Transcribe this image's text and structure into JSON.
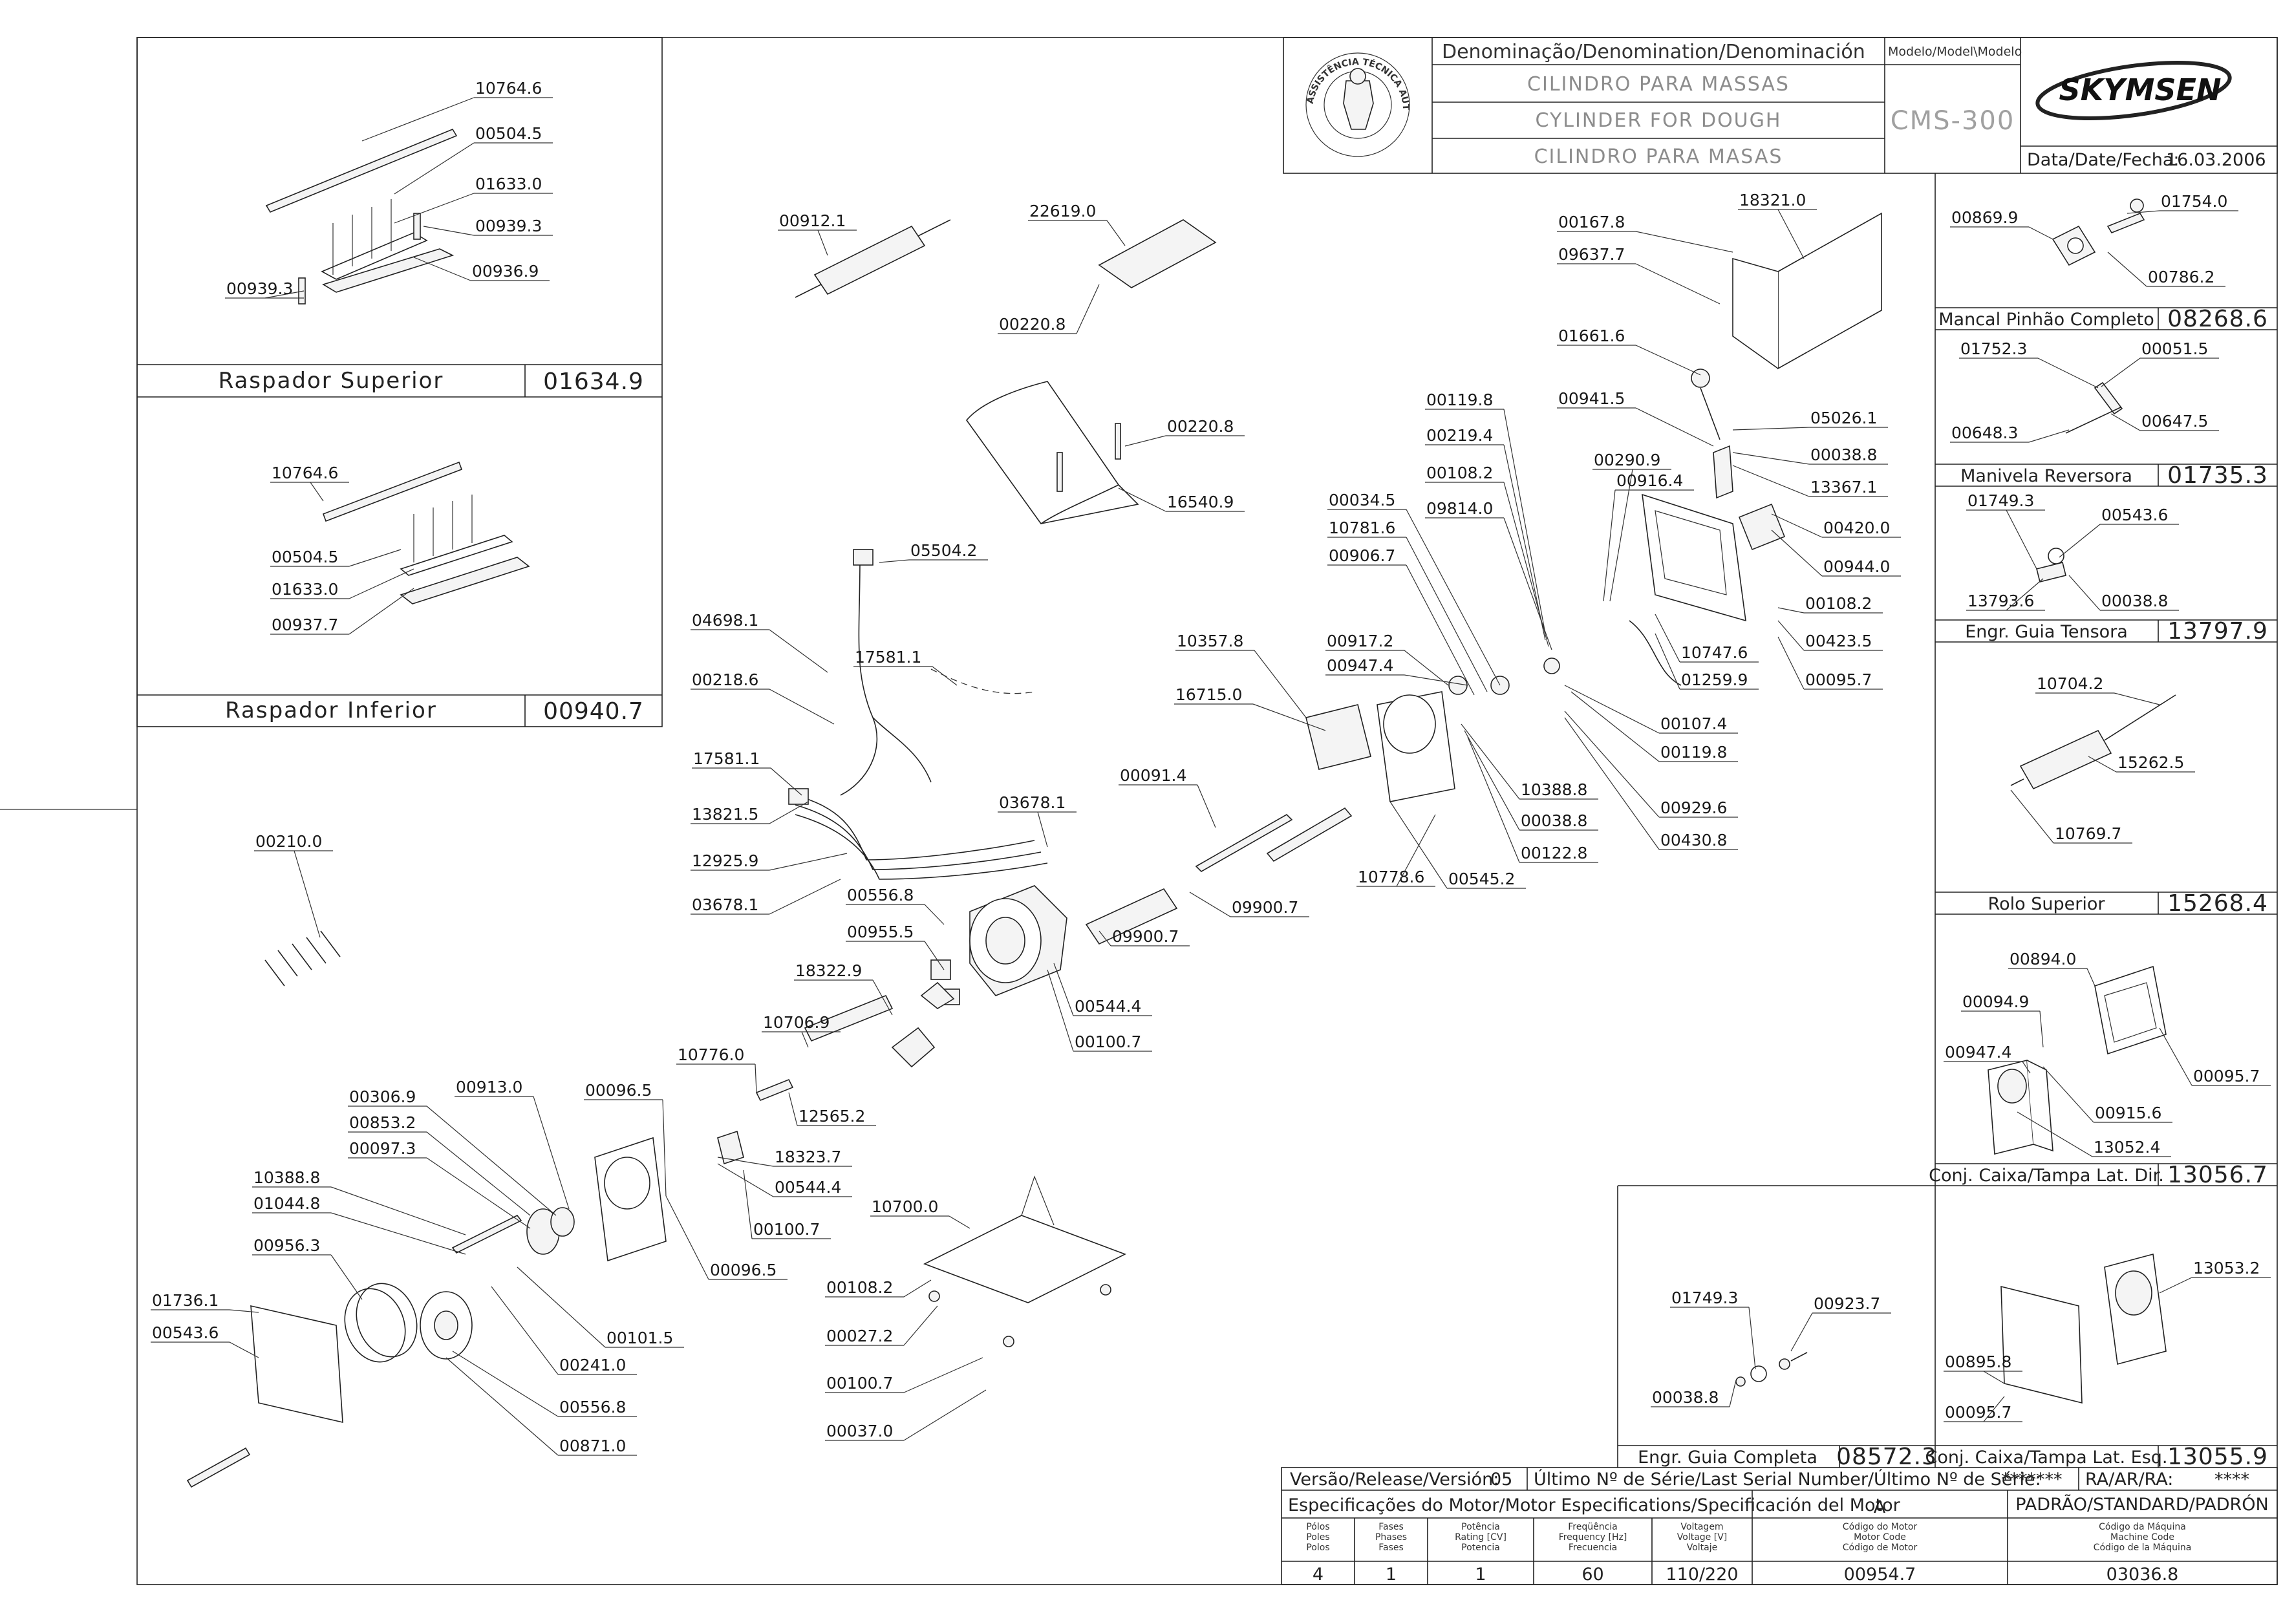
{
  "title_block": {
    "header": "Denominação/Denomination/Denominación",
    "model_header": "Modelo/Model\\Modelo",
    "names": [
      "CILINDRO PARA MASSAS",
      "CYLINDER FOR DOUGH",
      "CILINDRO PARA MASAS"
    ],
    "model": "CMS-300",
    "brand": "SKYMSEN",
    "date_label": "Data/Date/Fecha:",
    "date": "16.03.2006",
    "seal_text": "ASSISTÊNCIA TÉCNICA AUTORIZADA"
  },
  "subassemblies": [
    {
      "id": "raspador-superior",
      "name": "Raspador Superior",
      "code": "01634.9"
    },
    {
      "id": "raspador-inferior",
      "name": "Raspador Inferior",
      "code": "00940.7"
    },
    {
      "id": "mancal",
      "name": "Mancal Pinhão Completo",
      "code": "08268.6"
    },
    {
      "id": "manivela",
      "name": "Manivela Reversora",
      "code": "01735.3"
    },
    {
      "id": "guia-tensora",
      "name": "Engr. Guia Tensora",
      "code": "13797.9"
    },
    {
      "id": "rolo",
      "name": "Rolo Superior",
      "code": "15268.4"
    },
    {
      "id": "caixa-dir",
      "name": "Conj. Caixa/Tampa Lat. Dir.",
      "code": "13056.7"
    },
    {
      "id": "guia-completa",
      "name": "Engr. Guia Completa",
      "code": "08572.3"
    },
    {
      "id": "caixa-esq",
      "name": "Conj. Caixa/Tampa Lat. Esq.",
      "code": "13055.9"
    }
  ],
  "callouts": {
    "raspador_superior": [
      "10764.6",
      "00504.5",
      "01633.0",
      "00939.3",
      "00936.9",
      "00939.3"
    ],
    "raspador_inferior": [
      "10764.6",
      "00504.5",
      "01633.0",
      "00937.7"
    ],
    "main": [
      "00210.0",
      "00912.1",
      "22619.0",
      "00220.8",
      "00220.8",
      "16540.9",
      "05504.2",
      "04698.1",
      "17581.1",
      "00218.6",
      "17581.1",
      "13821.5",
      "12925.9",
      "03678.1",
      "03678.1",
      "00556.8",
      "00955.5",
      "18322.9",
      "10706.9",
      "10776.0",
      "12565.2",
      "00306.9",
      "00913.0",
      "00096.5",
      "00853.2",
      "00097.3",
      "10388.8",
      "01044.8",
      "00956.3",
      "18323.7",
      "00544.4",
      "00100.7",
      "00096.5",
      "01736.1",
      "00543.6",
      "00101.5",
      "00241.0",
      "00556.8",
      "00871.0",
      "10700.0",
      "00108.2",
      "00027.2",
      "00100.7",
      "00037.0",
      "00544.4",
      "00100.7",
      "00091.4",
      "09900.7",
      "09900.7",
      "16715.0",
      "10357.8",
      "10778.6",
      "00545.2",
      "00034.5",
      "10781.6",
      "00906.7",
      "00917.2",
      "00947.4",
      "00119.8",
      "00219.4",
      "00108.2",
      "09814.0",
      "10388.8",
      "00038.8",
      "00122.8",
      "00107.4",
      "00119.8",
      "00929.6",
      "00430.8",
      "00290.9",
      "00916.4",
      "01661.6",
      "00941.5",
      "05026.1",
      "00038.8",
      "13367.1",
      "00420.0",
      "00944.0",
      "00108.2",
      "00423.5",
      "00095.7",
      "10747.6",
      "01259.9",
      "00167.8",
      "18321.0",
      "09637.7"
    ],
    "mancal": [
      "00869.9",
      "01754.0",
      "00786.2"
    ],
    "manivela": [
      "01752.3",
      "00051.5",
      "00648.3",
      "00647.5"
    ],
    "guia_tensora": [
      "01749.3",
      "00543.6",
      "13793.6",
      "00038.8"
    ],
    "rolo": [
      "10704.2",
      "15262.5",
      "10769.7"
    ],
    "caixa_dir": [
      "00894.0",
      "00094.9",
      "00947.4",
      "00915.6",
      "00095.7",
      "13052.4"
    ],
    "guia_completa": [
      "01749.3",
      "00923.7",
      "00038.8"
    ],
    "caixa_esq": [
      "13053.2",
      "00895.8",
      "00095.7"
    ]
  },
  "release": {
    "label": "Versão/Release/Versión:",
    "value": "05",
    "serial_label": "Último Nº de Série/Last Serial Number/Último Nº de Série:",
    "serial_value": "*******",
    "ra_label": "RA/AR/RA:",
    "ra_value": "****"
  },
  "motor": {
    "header": "Especificações do Motor/Motor Especifications/Specificación del Motor",
    "variant": "A",
    "standard": "PADRÃO/STANDARD/PADRÓN",
    "columns": [
      {
        "label": [
          "Pólos",
          "Poles",
          "Polos"
        ],
        "value": "4"
      },
      {
        "label": [
          "Fases",
          "Phases",
          "Fases"
        ],
        "value": "1"
      },
      {
        "label": [
          "Potência",
          "Rating [CV]",
          "Potencia"
        ],
        "value": "1"
      },
      {
        "label": [
          "Freqüência",
          "Frequency [Hz]",
          "Frecuencia"
        ],
        "value": "60"
      },
      {
        "label": [
          "Voltagem",
          "Voltage [V]",
          "Voltaje"
        ],
        "value": "110/220"
      },
      {
        "label": [
          "Código do Motor",
          "Motor Code",
          "Código de Motor"
        ],
        "value": "00954.7"
      },
      {
        "label": [
          "Código da Máquina",
          "Machine Code",
          "Código de la Máquina"
        ],
        "value": "03036.8"
      }
    ]
  }
}
